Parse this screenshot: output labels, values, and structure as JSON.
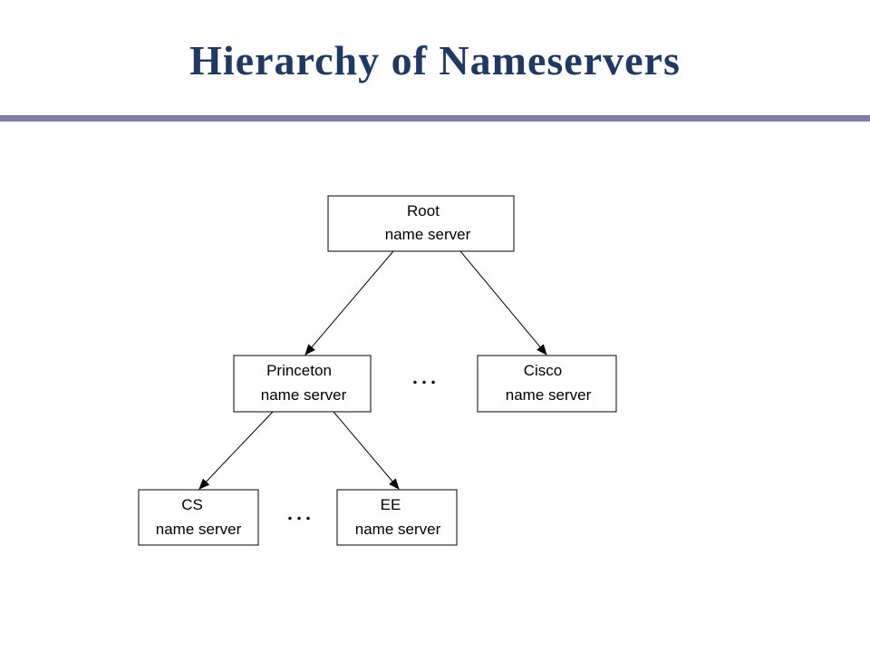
{
  "slide": {
    "title": "Hierarchy of Nameservers",
    "title_color": "#1f3864",
    "rule_color": "#7f7fa3"
  },
  "nodes": {
    "root": {
      "line1": "Root",
      "line2": "name server"
    },
    "princeton": {
      "line1": "Princeton",
      "line2": "name server"
    },
    "cisco": {
      "line1": "Cisco",
      "line2": "name server"
    },
    "cs": {
      "line1": "CS",
      "line2": "name server"
    },
    "ee": {
      "line1": "EE",
      "line2": "name server"
    }
  },
  "ellipses": {
    "level2": "…",
    "level3": "…"
  }
}
